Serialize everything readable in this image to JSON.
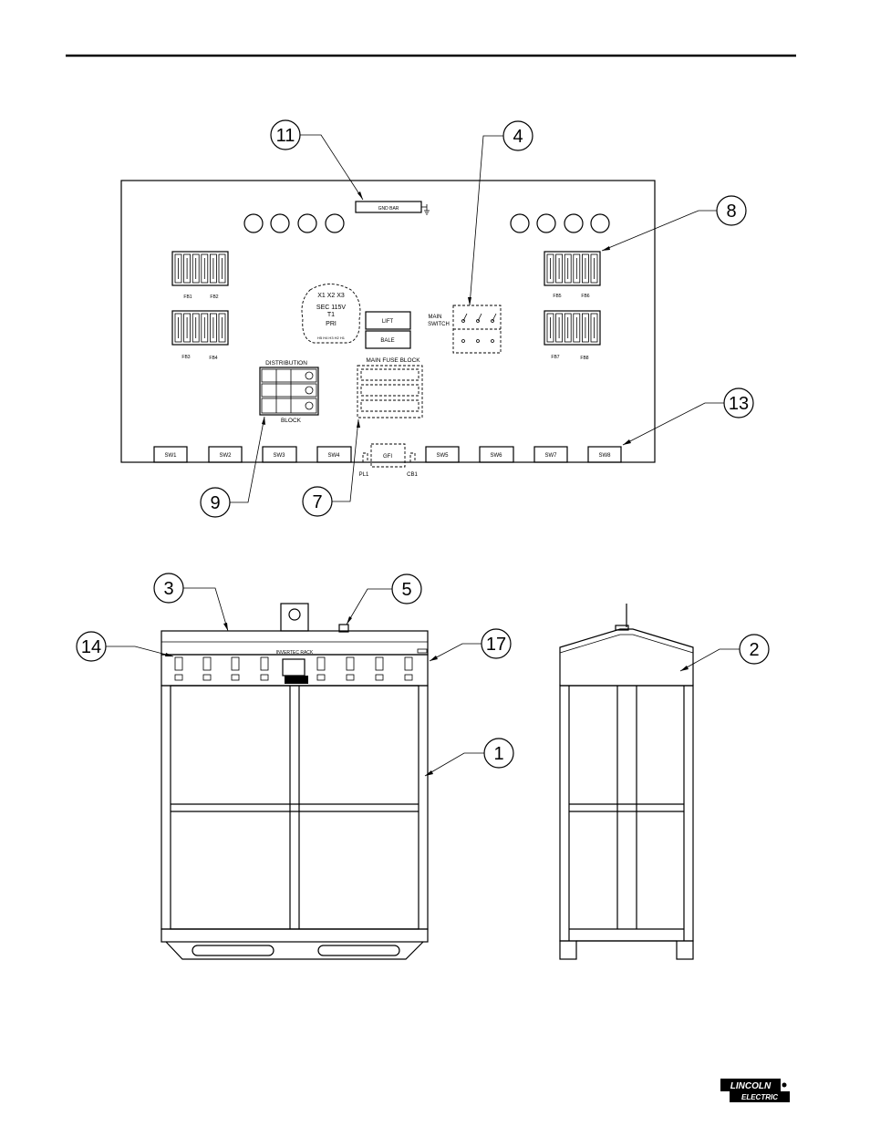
{
  "panel": {
    "gnd_bar": "GND BAR",
    "fuse_blocks": [
      "FB1",
      "FB2",
      "FB3",
      "FB4",
      "FB5",
      "FB6",
      "FB7",
      "FB8"
    ],
    "transformer": {
      "sec_taps": "X1  X2  X3",
      "sec": "SEC   115V",
      "name": "T1",
      "pri": "PRI",
      "pri_taps": "H5 H4 H3 H2 H1"
    },
    "lift": "LIFT",
    "bale": "BALE",
    "main_switch": [
      "MAIN",
      "SWITCH"
    ],
    "distribution": "DISTRIBUTION",
    "block": "BLOCK",
    "main_fuse_block": "MAIN FUSE BLOCK",
    "gfi": "GFI",
    "pl1": "PL1",
    "cb1": "CB1",
    "switches_left": [
      "SW1",
      "SW2",
      "SW3",
      "SW4"
    ],
    "switches_right": [
      "SW5",
      "SW6",
      "SW7",
      "SW8"
    ]
  },
  "callouts": {
    "c11": "11",
    "c4": "4",
    "c8": "8",
    "c13": "13",
    "c9": "9",
    "c7": "7",
    "c3": "3",
    "c5": "5",
    "c14": "14",
    "c17": "17",
    "c1": "1",
    "c2": "2"
  },
  "rack": {
    "label": "INVERTEC RACK"
  },
  "logo": {
    "line1": "LINCOLN",
    "line2": "ELECTRIC"
  }
}
